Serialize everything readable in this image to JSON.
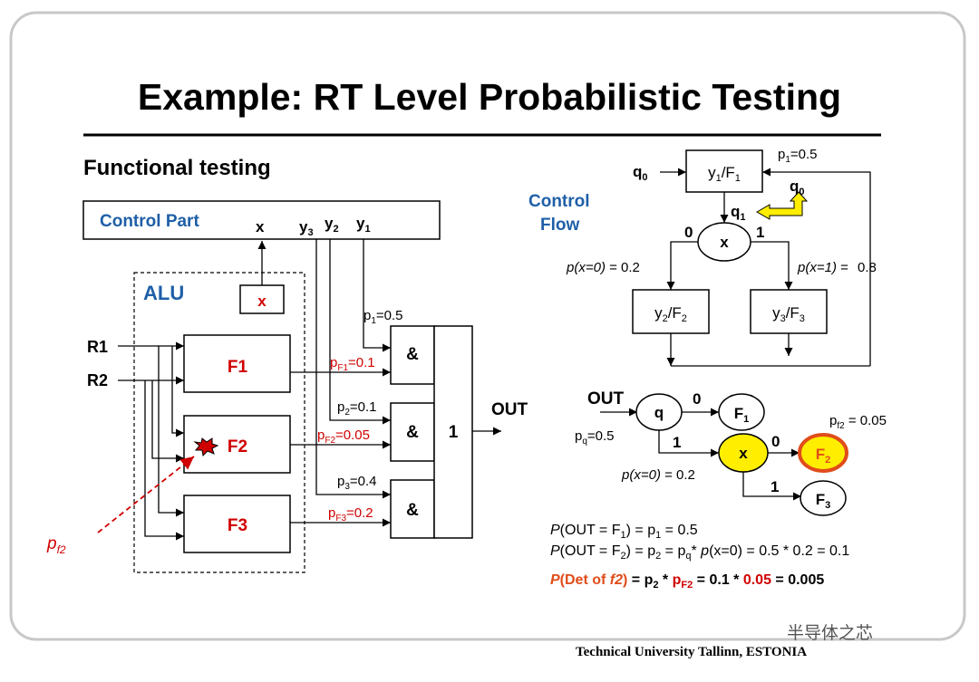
{
  "slide": {
    "title": "Example: RT Level Probabilistic Testing",
    "subtitle": "Functional testing",
    "footer": "Technical University Tallinn, ESTONIA",
    "watermark": "半导体之芯"
  },
  "left": {
    "control_part": "Control Part",
    "signals": {
      "x": "x",
      "y": "y",
      "s3": "3",
      "s2": "2",
      "s1": "1"
    },
    "alu": "ALU",
    "x_box": "x",
    "inputs": [
      "R1",
      "R2"
    ],
    "functions": [
      "F1",
      "F2",
      "F3"
    ],
    "and_label": "&",
    "or_label": "1",
    "out": "OUT",
    "p1": {
      "p": "p",
      "sub": "1",
      "val": "=0.5"
    },
    "p2": {
      "p": "p",
      "sub": "2",
      "val": "=0.1"
    },
    "p3": {
      "p": "p",
      "sub": "3",
      "val": "=0.4"
    },
    "pF1": {
      "p": "p",
      "sub": "F1",
      "val": "=0.1"
    },
    "pF2": {
      "p": "p",
      "sub": "F2",
      "val": "=0.05"
    },
    "pF3": {
      "p": "p",
      "sub": "F3",
      "val": "=0.2"
    },
    "pf2": {
      "p": "p",
      "sub": "f2"
    }
  },
  "right": {
    "control_flow_line1": "Control",
    "control_flow_line2": "Flow",
    "q0": {
      "q": "q",
      "sub": "0"
    },
    "q1": {
      "q": "q",
      "sub": "1"
    },
    "q0b": {
      "q": "q",
      "sub": "0"
    },
    "y1F1": {
      "a": "y",
      "as": "1",
      "slash": "/F",
      "bs": "1"
    },
    "y2F2": {
      "a": "y",
      "as": "2",
      "slash": "/F",
      "bs": "2"
    },
    "y3F3": {
      "a": "y",
      "as": "3",
      "slash": "/F",
      "bs": "3"
    },
    "p1": {
      "p": "p",
      "sub": "1",
      "val": "=0.5"
    },
    "x": "x",
    "zero": "0",
    "one": "1",
    "px0": {
      "p": "p",
      "arg": "(x=0)",
      "val": " = 0.2"
    },
    "px1": {
      "p": "p",
      "arg": "(x=1)",
      "val": " = ",
      "num": "0.8"
    }
  },
  "graph": {
    "out": "OUT",
    "q": "q",
    "x": "x",
    "zero": "0",
    "one": "1",
    "F1": {
      "f": "F",
      "sub": "1"
    },
    "F2": {
      "f": "F",
      "sub": "2"
    },
    "F3": {
      "f": "F",
      "sub": "3"
    },
    "pq": {
      "p": "p",
      "sub": "q",
      "val": "=0.5"
    },
    "pf2": {
      "p": "p",
      "sub": "f2",
      "val": " = 0.05"
    },
    "px0": {
      "p": "p",
      "arg": "(x=0)",
      "val": " = 0.2"
    }
  },
  "formulas": {
    "f1": {
      "P": "P",
      "a": "(OUT = F",
      "s1": "1",
      "b": ") = p",
      "s2": "1",
      "c": " = 0.5"
    },
    "f2": {
      "P": "P",
      "a": "(OUT = F",
      "s1": "2",
      "b": ") = p",
      "s2": "2",
      "c": " = p",
      "s3": "q",
      "d": "* ",
      "p": "p",
      "e": "(x=0) = 0.5 * 0.2 = 0.1"
    },
    "f3": {
      "P": "P",
      "a": "(Det of ",
      "f2": "f2",
      "b": ")",
      "c": " = p",
      "s2": "2",
      "d": " * ",
      "e": "p",
      "sF2": "F2",
      "f": " = 0.1 * ",
      "g": "0.05",
      "h": " = 0.005"
    }
  },
  "colors": {
    "blue": "#1f5fa8",
    "red": "#d10000",
    "orange": "#e04c1a",
    "yellow": "#ffee00",
    "frame": "#c8c8c8"
  }
}
